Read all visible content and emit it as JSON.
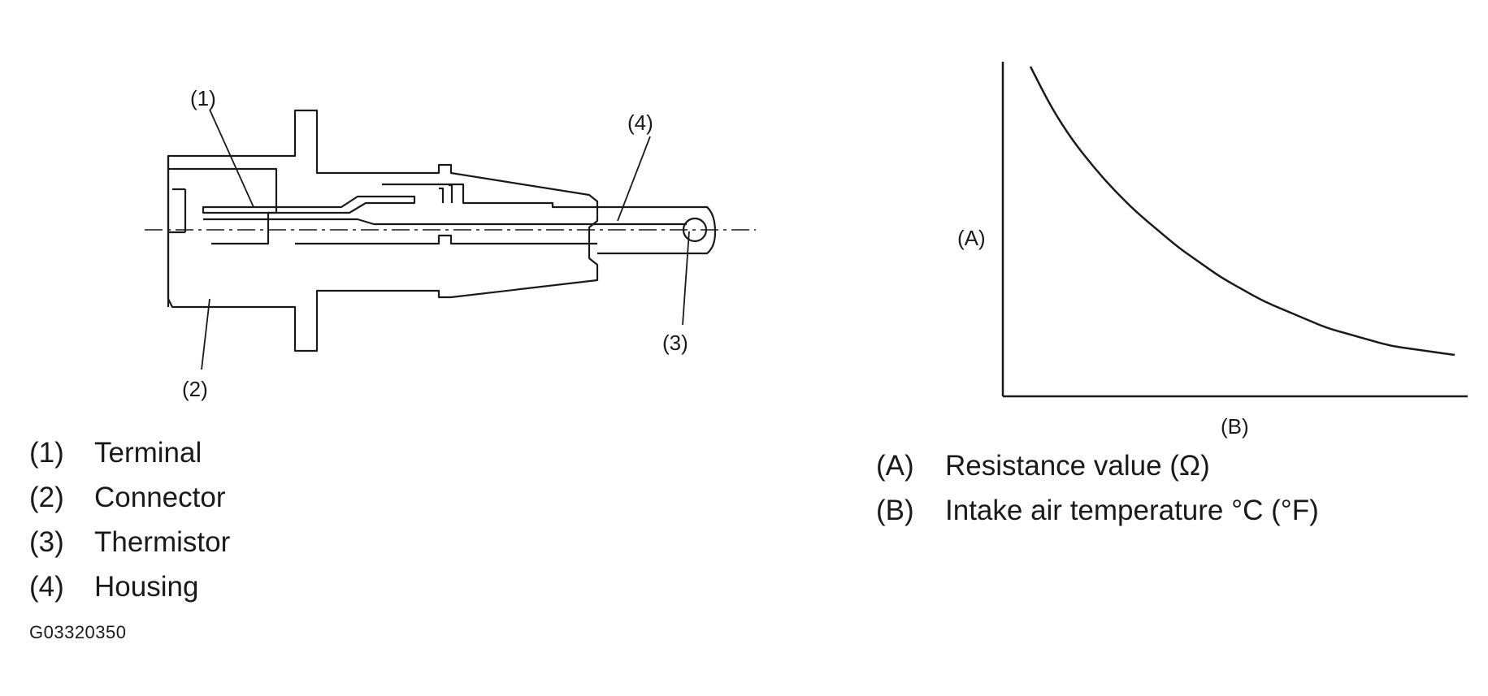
{
  "callouts": {
    "terminal": "(1)",
    "connector": "(2)",
    "thermistor": "(3)",
    "housing": "(4)"
  },
  "chart": {
    "y_axis_letter": "(A)",
    "x_axis_letter": "(B)"
  },
  "chart_data": {
    "type": "line",
    "title": "",
    "xlabel": "(B)",
    "ylabel": "(A)",
    "ticks": "none",
    "series": [
      {
        "x": [
          0.0,
          0.05,
          0.1,
          0.15,
          0.2,
          0.25,
          0.3,
          0.35,
          0.4,
          0.45,
          0.5,
          0.55,
          0.6,
          0.65,
          0.7,
          0.75,
          0.8,
          0.85,
          0.9,
          0.95,
          1.0
        ],
        "y": [
          1.0,
          0.86,
          0.75,
          0.66,
          0.58,
          0.51,
          0.45,
          0.39,
          0.34,
          0.29,
          0.25,
          0.21,
          0.18,
          0.15,
          0.12,
          0.1,
          0.08,
          0.06,
          0.05,
          0.04,
          0.03
        ]
      }
    ]
  },
  "legend_left": [
    {
      "key": "(1)",
      "label": "Terminal"
    },
    {
      "key": "(2)",
      "label": "Connector"
    },
    {
      "key": "(3)",
      "label": "Thermistor"
    },
    {
      "key": "(4)",
      "label": "Housing"
    }
  ],
  "legend_right": [
    {
      "key": "(A)",
      "label": "Resistance value (Ω)"
    },
    {
      "key": "(B)",
      "label": "Intake air temperature °C (°F)"
    }
  ],
  "figure_id": "G03320350"
}
